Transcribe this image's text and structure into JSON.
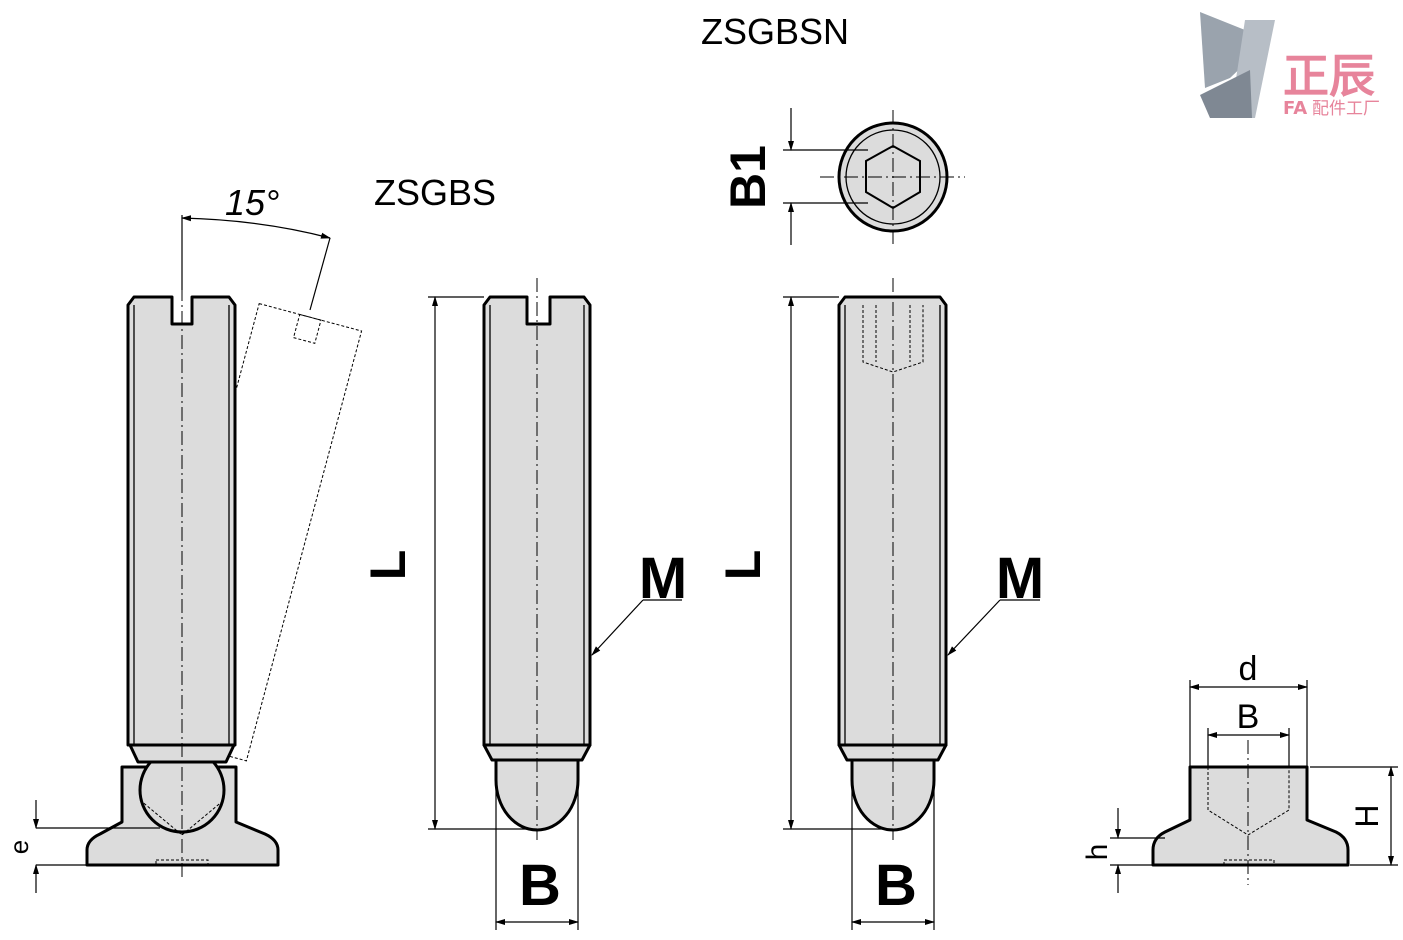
{
  "titles": {
    "zsgbsn": "ZSGBSN",
    "zsgbs": "ZSGBS"
  },
  "angle": "15°",
  "labels": {
    "L": "L",
    "M": "M",
    "B": "B",
    "B1": "B1",
    "d": "d",
    "H": "H",
    "h": "h",
    "e": "e"
  },
  "logo": {
    "brand": "正辰",
    "tagline_prefix": "FA",
    "tagline": "配件工厂",
    "colors": {
      "gray": "#9aa3ad",
      "pink": "#e7849b"
    }
  }
}
